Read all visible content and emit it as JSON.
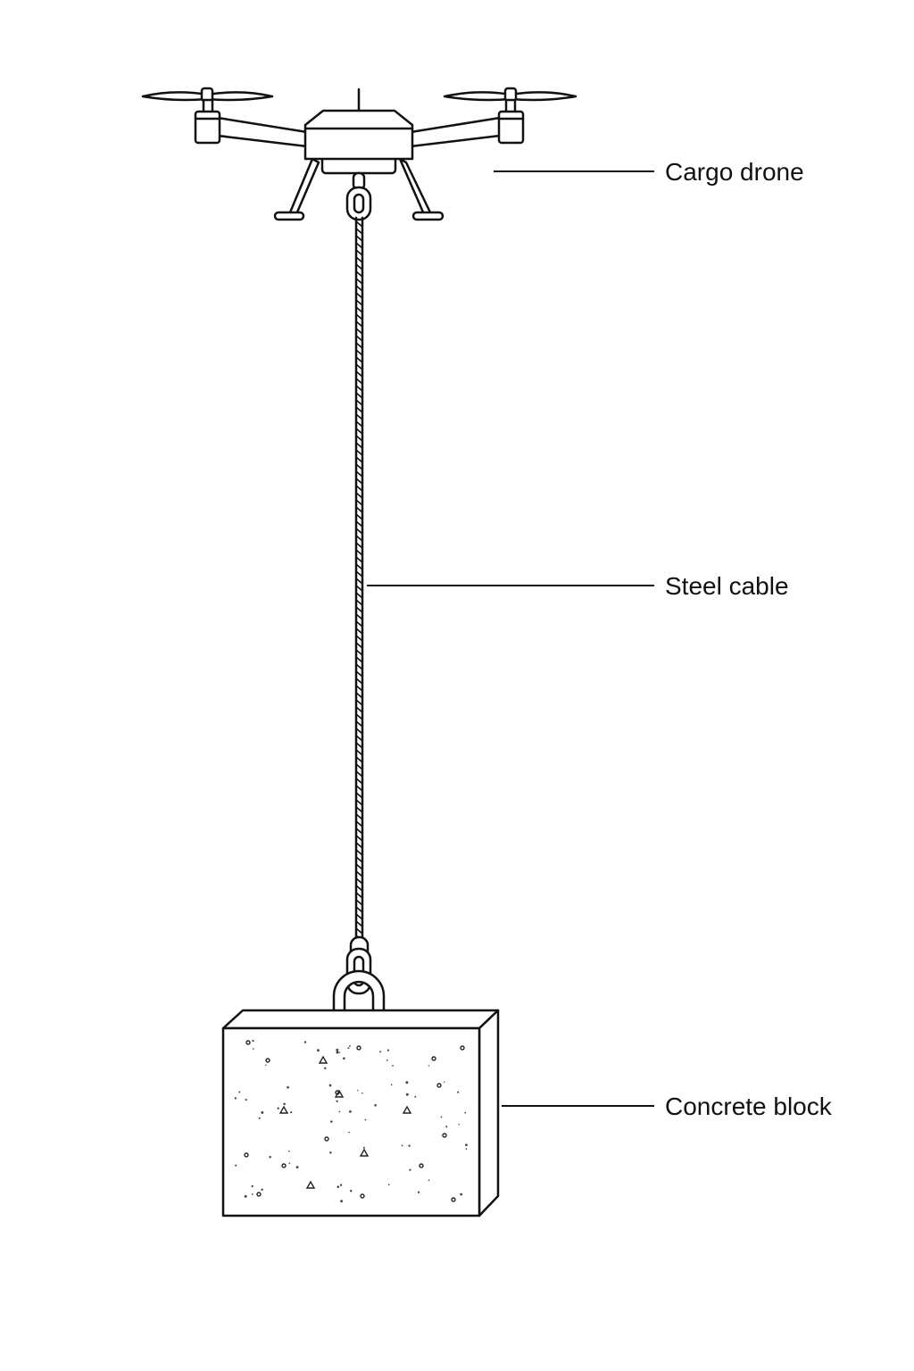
{
  "labels": {
    "drone": "Cargo drone",
    "cable": "Steel cable",
    "block": "Concrete block"
  },
  "colors": {
    "ink": "#111111",
    "background": "#ffffff"
  }
}
